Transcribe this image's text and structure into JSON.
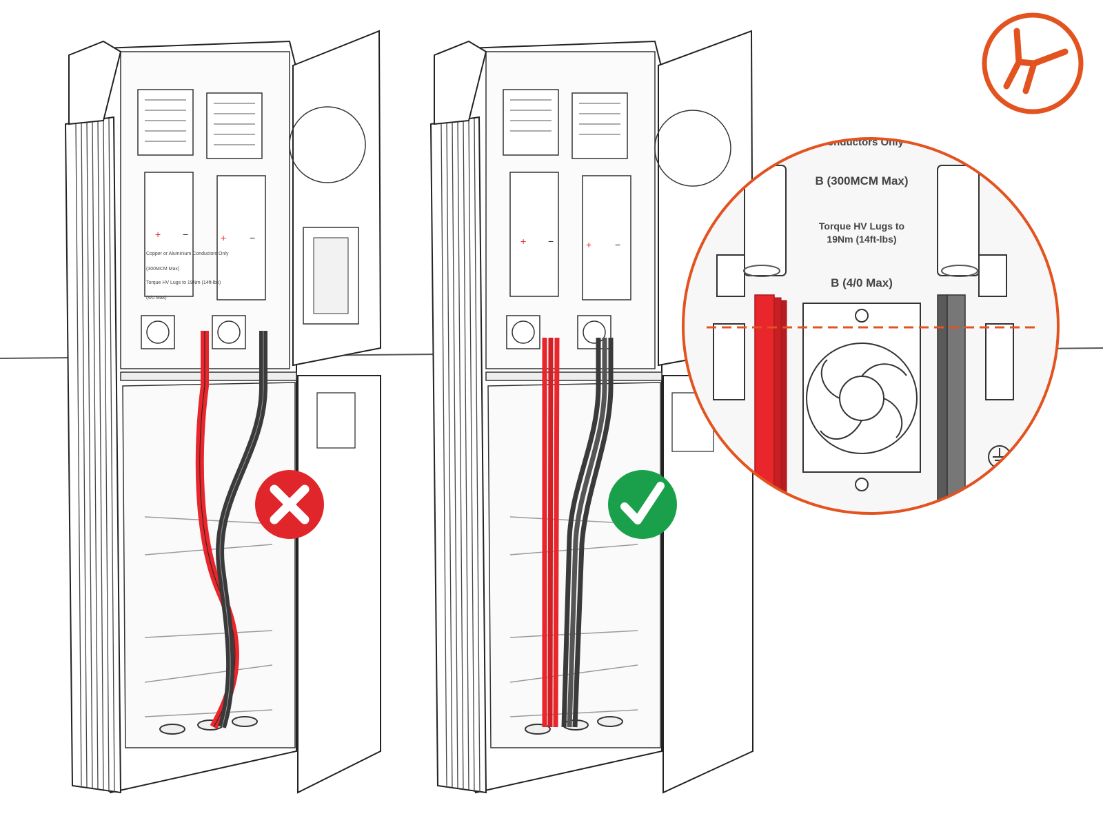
{
  "figure": {
    "wrong_example": {
      "status": "incorrect",
      "badge_icon": "x-mark-icon",
      "badge_color": "#e0262b",
      "panel_labels": {
        "plus": "+",
        "minus": "−",
        "conductors_note": "Copper or Aluminium Conductors Only",
        "b_max_1": "(300MCM Max)",
        "torque_note": "Torque HV Lugs to 19Nm (14ft-lbs)",
        "b_max_2": "(4/0 Max)"
      }
    },
    "correct_example": {
      "status": "correct",
      "badge_icon": "checkmark-icon",
      "badge_color": "#1aa04a"
    },
    "zoom_detail": {
      "label_top": "Conductors Only",
      "label_b_300": "B (300MCM Max)",
      "label_torque_line1": "Torque HV Lugs to",
      "label_torque_line2": "19Nm (14ft-lbs)",
      "label_b_40": "B (4/0 Max)",
      "outline_color": "#e2531f",
      "guide_line": "dashed-alignment-line",
      "ground_symbol": "ground-icon"
    },
    "tool_badge": {
      "icon": "cable-cutter-icon",
      "color": "#e2531f"
    },
    "colors": {
      "positive_cable": "#e8262b",
      "negative_cable": "#3a3a3a",
      "outline": "#222222"
    }
  }
}
